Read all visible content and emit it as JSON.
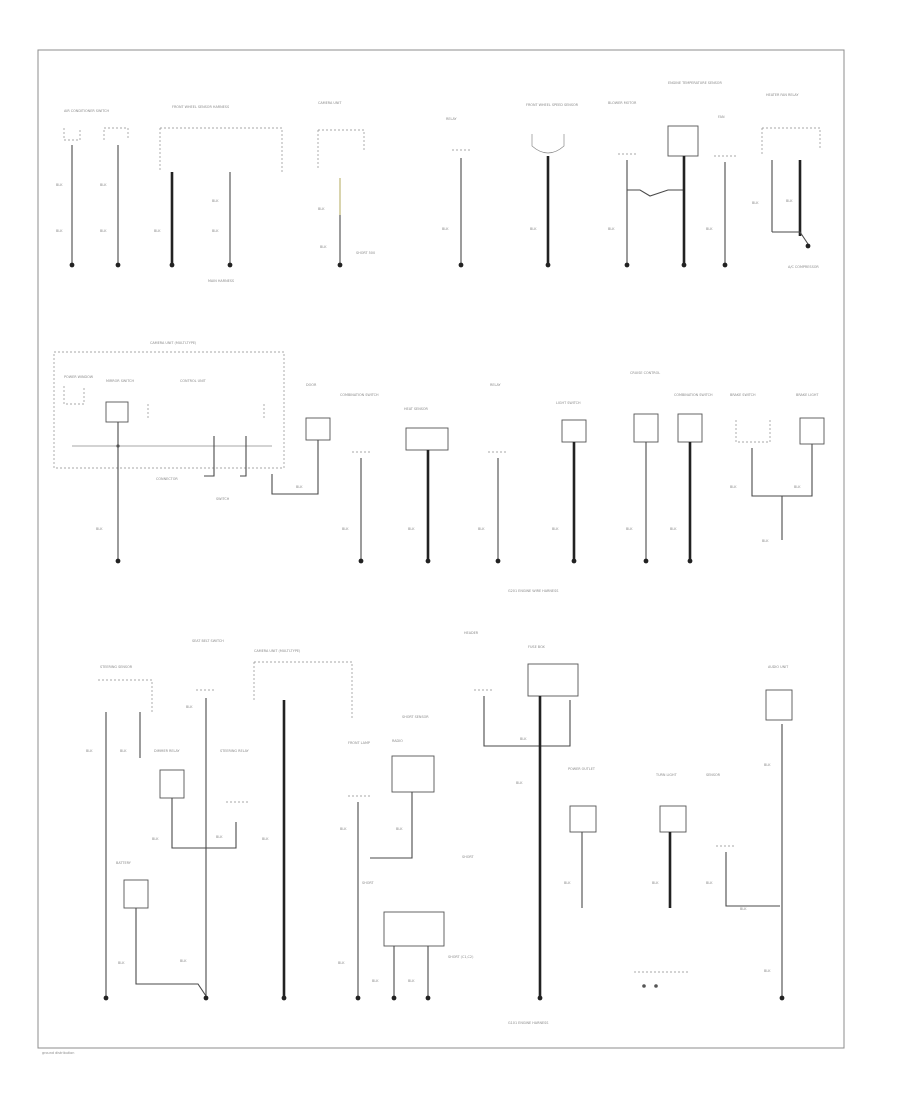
{
  "diagram": {
    "page_label": "ground distribution"
  },
  "section1": {
    "labels": {
      "c1": "AIR CONDITIONER SWITCH",
      "c2": "FRONT WHEEL SENSOR HARNESS",
      "c3": "CAMERA UNIT",
      "c4": "RELAY",
      "c5": "FRONT WHEEL SPEED SENSOR",
      "c6": "BLOWER MOTOR",
      "c7": "ENGINE TEMPERATURE SENSOR",
      "c8": "FAN",
      "c9": "HEATER FAN RELAY"
    },
    "wire_code": "BLK",
    "note_c3": "SHORT 500",
    "sub_c2": "MAIN HARNESS",
    "sub_c9": "A/C COMPRESSOR"
  },
  "section2": {
    "labels": {
      "group": "CAMERA UNIT (MULTI-TYPE)",
      "c1": "POWER WINDOW",
      "c2": "MIRROR SWITCH",
      "c3": "CONTROL UNIT",
      "c4": "DOOR",
      "c5": "COMBINATION SWITCH",
      "c6": "HEAT SENSOR",
      "c7": "RELAY",
      "c8": "LIGHT SWITCH",
      "c9": "CRUISE CONTROL",
      "c10": "COMBINATION SWITCH",
      "c11": "BRAKE SWITCH",
      "c12": "BRAKE LIGHT"
    },
    "wire_code": "BLK",
    "center_label": "G201 ENGINE WIRE HARNESS",
    "sub_labels": {
      "s1": "CONNECTOR",
      "s2": "SWITCH"
    }
  },
  "section3": {
    "labels": {
      "c1": "STEERING SENSOR",
      "c2": "SEAT BELT SWITCH",
      "c3": "CAMERA UNIT (MULTI-TYPE)",
      "c4": "HEADER",
      "c5": "FUSE BOX",
      "c6": "DIMMER RELAY",
      "c7": "STEERING RELAY",
      "c8": "FRONT LAMP",
      "c9": "RADIO",
      "c10": "POWER OUTLET",
      "c11": "TURN LIGHT",
      "c12": "SENSOR",
      "c13": "AUDIO UNIT",
      "c14": "BATTERY"
    },
    "wire_code": "BLK",
    "notes": {
      "n1": "SHORT",
      "n2": "SHORT (C1,C2)",
      "n3": "SHORT SENSOR"
    },
    "bottom_label": "G101 ENGINE HARNESS"
  }
}
